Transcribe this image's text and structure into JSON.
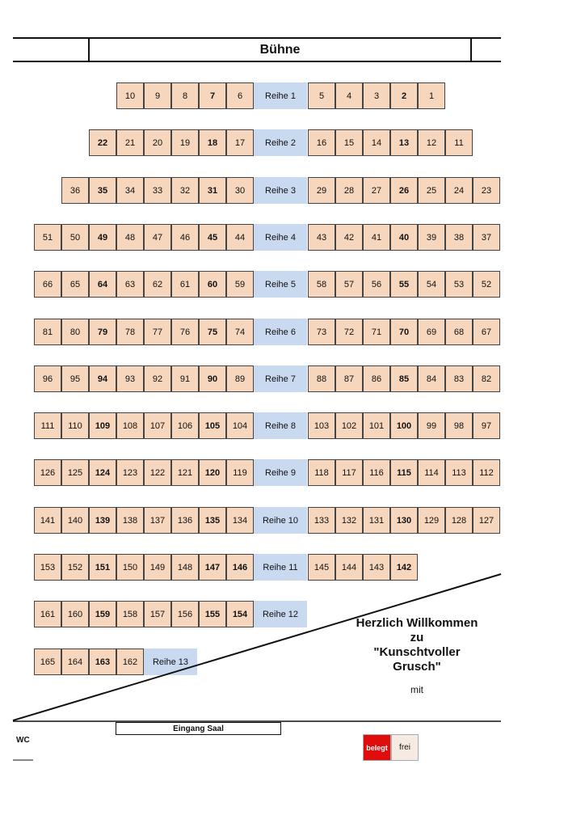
{
  "stage": {
    "label": "Bühne"
  },
  "rows": [
    {
      "label": "Reihe 1",
      "left": [
        10,
        9,
        8,
        7,
        6
      ],
      "right": [
        5,
        4,
        3,
        2,
        1
      ],
      "bold": [
        7,
        2
      ]
    },
    {
      "label": "Reihe 2",
      "left": [
        22,
        21,
        20,
        19,
        18,
        17
      ],
      "right": [
        16,
        15,
        14,
        13,
        12,
        11
      ],
      "bold": [
        22,
        18,
        13
      ]
    },
    {
      "label": "Reihe 3",
      "left": [
        36,
        35,
        34,
        33,
        32,
        31,
        30
      ],
      "right": [
        29,
        28,
        27,
        26,
        25,
        24,
        23
      ],
      "bold": [
        35,
        31,
        26
      ]
    },
    {
      "label": "Reihe 4",
      "left": [
        51,
        50,
        49,
        48,
        47,
        46,
        45,
        44
      ],
      "right": [
        43,
        42,
        41,
        40,
        39,
        38,
        37
      ],
      "bold": [
        49,
        45,
        40
      ]
    },
    {
      "label": "Reihe 5",
      "left": [
        66,
        65,
        64,
        63,
        62,
        61,
        60,
        59
      ],
      "right": [
        58,
        57,
        56,
        55,
        54,
        53,
        52
      ],
      "bold": [
        64,
        60,
        55
      ]
    },
    {
      "label": "Reihe 6",
      "left": [
        81,
        80,
        79,
        78,
        77,
        76,
        75,
        74
      ],
      "right": [
        73,
        72,
        71,
        70,
        69,
        68,
        67
      ],
      "bold": [
        79,
        75,
        70
      ]
    },
    {
      "label": "Reihe 7",
      "left": [
        96,
        95,
        94,
        93,
        92,
        91,
        90,
        89
      ],
      "right": [
        88,
        87,
        86,
        85,
        84,
        83,
        82
      ],
      "bold": [
        94,
        90,
        85
      ]
    },
    {
      "label": "Reihe 8",
      "left": [
        111,
        110,
        109,
        108,
        107,
        106,
        105,
        104
      ],
      "right": [
        103,
        102,
        101,
        100,
        99,
        98,
        97
      ],
      "bold": [
        109,
        105,
        100
      ]
    },
    {
      "label": "Reihe 9",
      "left": [
        126,
        125,
        124,
        123,
        122,
        121,
        120,
        119
      ],
      "right": [
        118,
        117,
        116,
        115,
        114,
        113,
        112
      ],
      "bold": [
        124,
        120,
        115
      ]
    },
    {
      "label": "Reihe 10",
      "left": [
        141,
        140,
        139,
        138,
        137,
        136,
        135,
        134
      ],
      "right": [
        133,
        132,
        131,
        130,
        129,
        128,
        127
      ],
      "bold": [
        139,
        135,
        130
      ]
    },
    {
      "label": "Reihe 11",
      "left": [
        153,
        152,
        151,
        150,
        149,
        148,
        147,
        146
      ],
      "right": [
        145,
        144,
        143,
        142
      ],
      "bold": [
        151,
        147,
        146,
        142
      ]
    },
    {
      "label": "Reihe 12",
      "left": [
        161,
        160,
        159,
        158,
        157,
        156,
        155,
        154
      ],
      "right": [],
      "bold": [
        159,
        155,
        154
      ]
    },
    {
      "label": "Reihe 13",
      "left": [
        165,
        164,
        163,
        162
      ],
      "right": [],
      "bold": [
        163
      ]
    }
  ],
  "welcome": {
    "line1": "Herzlich Willkommen",
    "line2": "zu",
    "line3": "\"Kunschtvoller",
    "line4": "Grusch\"",
    "sub": "mit"
  },
  "entrance": {
    "label": "Eingang Saal"
  },
  "wc": {
    "label": "WC"
  },
  "legend": {
    "occupied": "belegt",
    "free": "frei",
    "occupied_color": "#e00d0d",
    "free_color": "#f6ebe2",
    "seat_color": "#f6d7bd",
    "row_label_color": "#c9d9ef"
  }
}
